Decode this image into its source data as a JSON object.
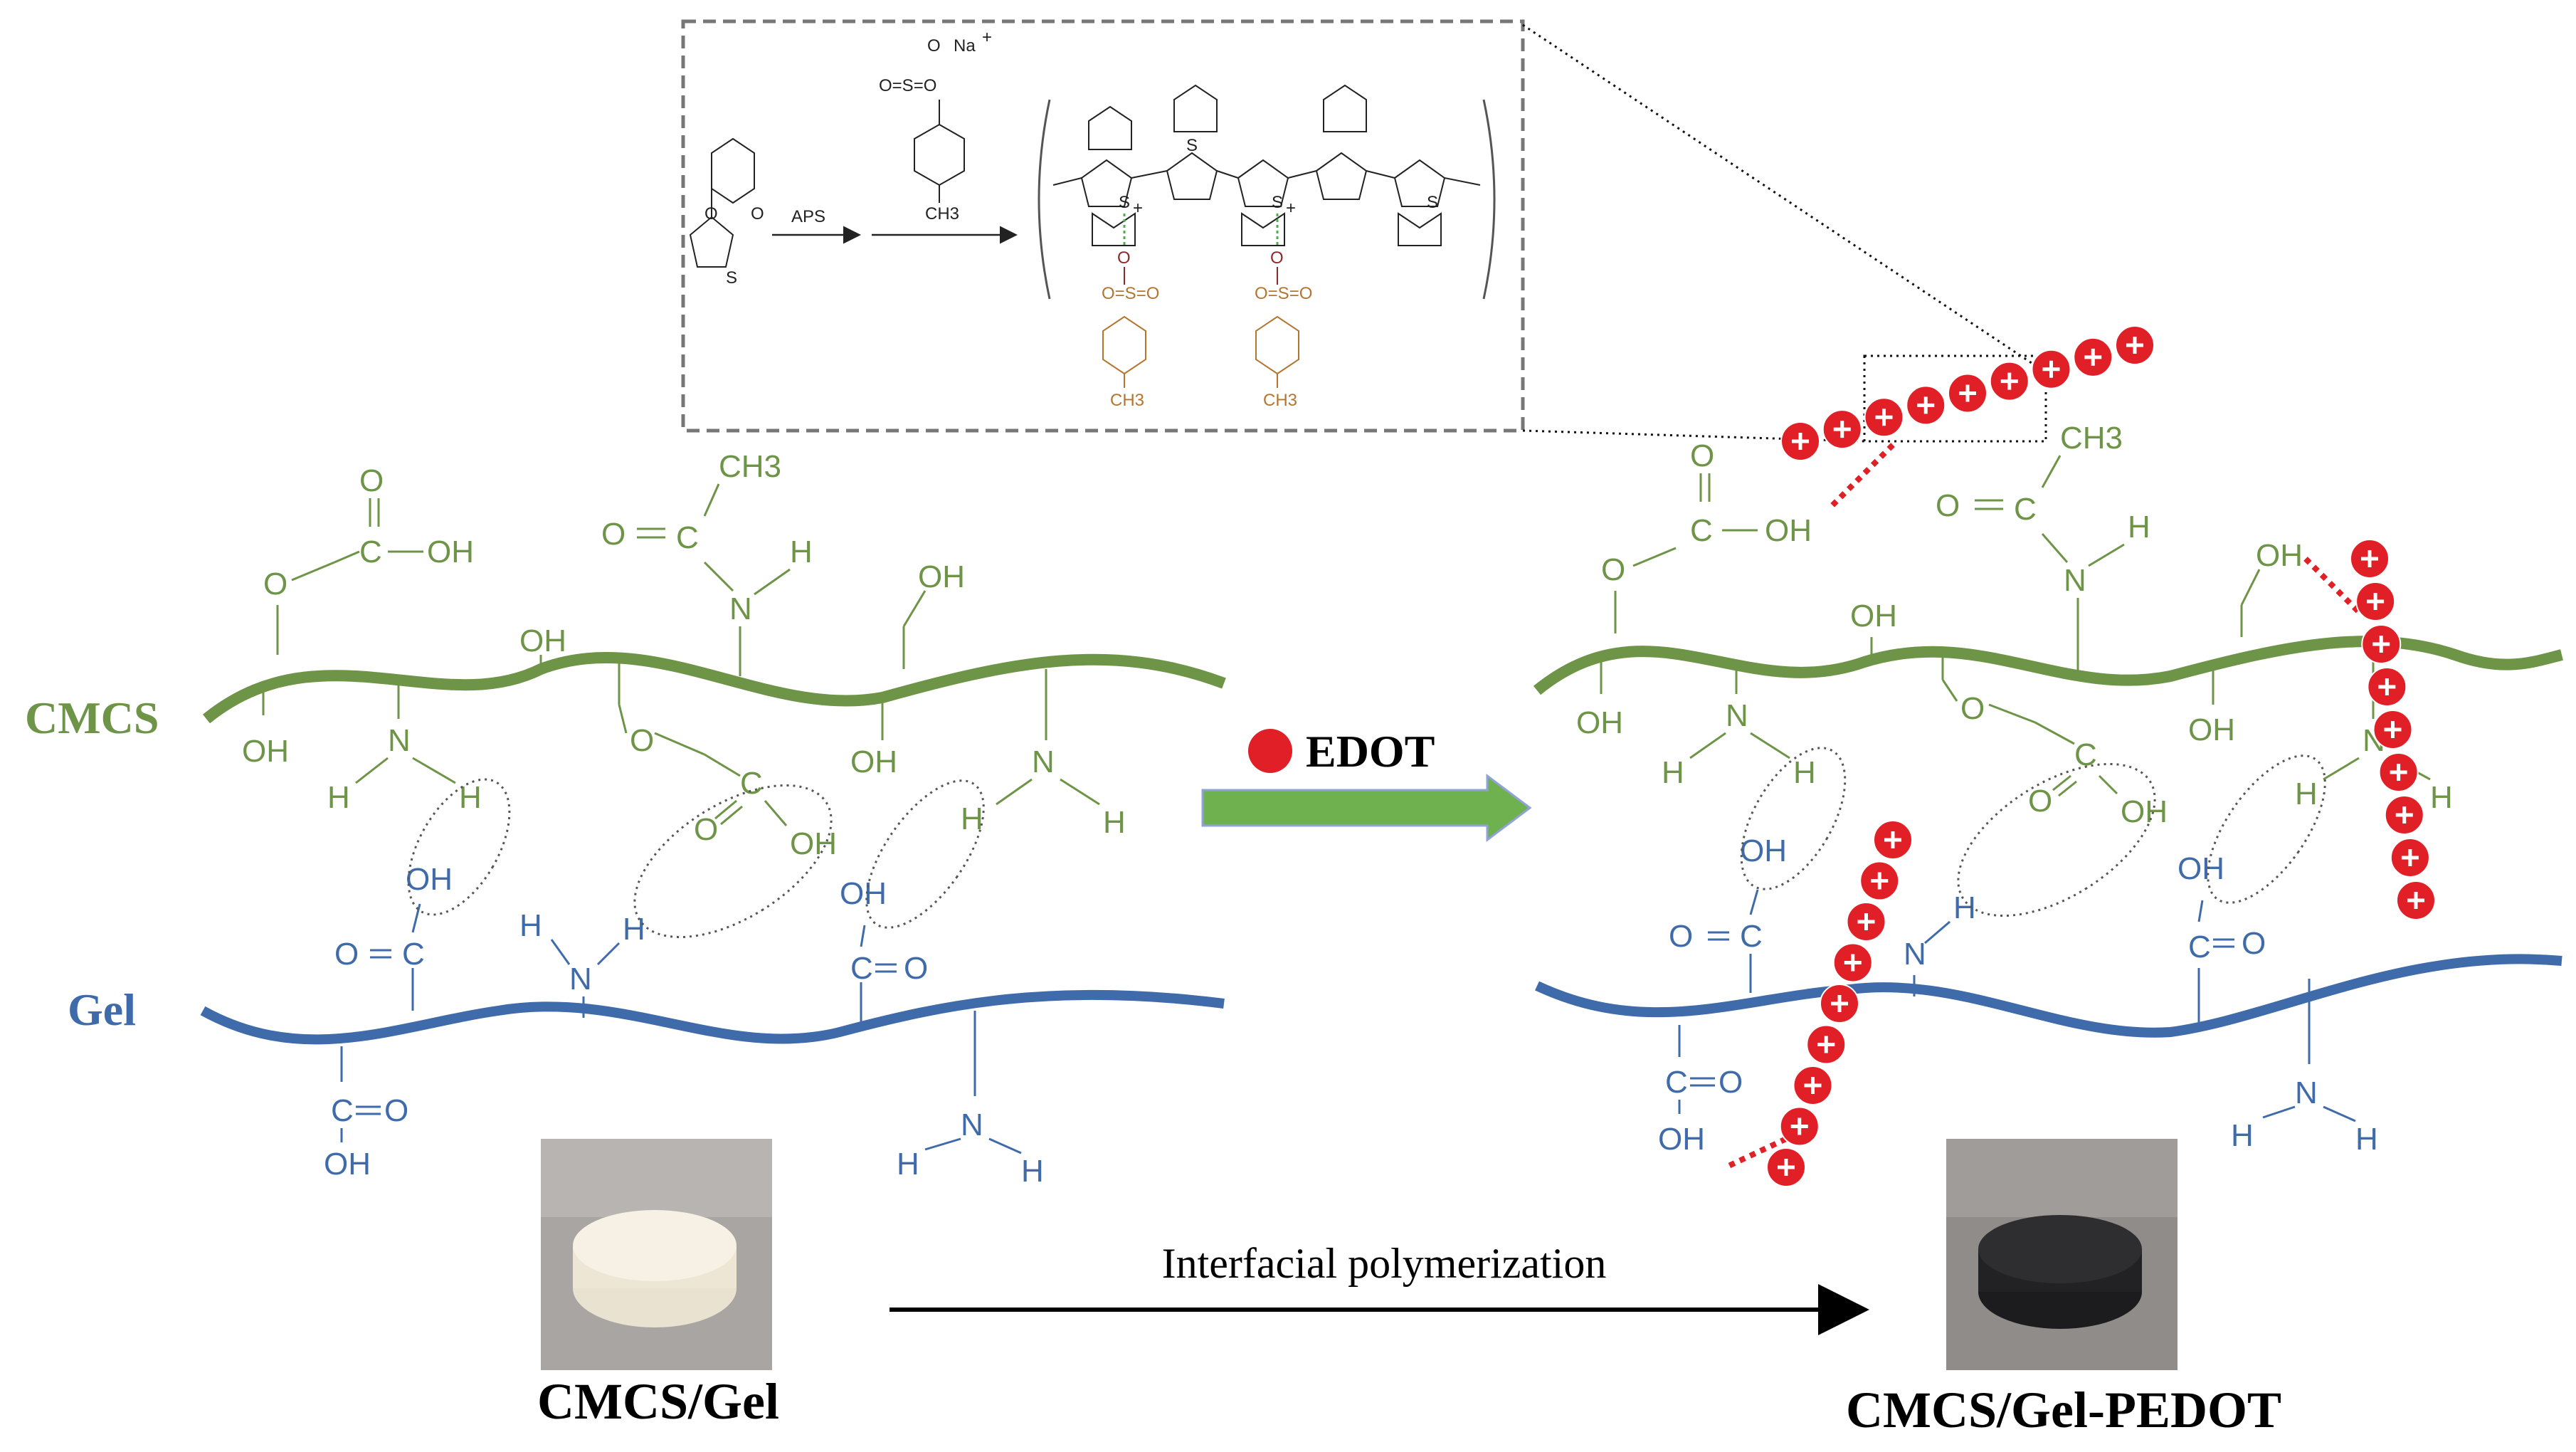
{
  "labels": {
    "cmcs": "CMCS",
    "gel": "Gel",
    "edot": "EDOT",
    "process": "Interfacial polymerization",
    "sample_left": "CMCS/Gel",
    "sample_right": "CMCS/Gel-PEDOT"
  },
  "inset": {
    "reagent": "APS",
    "counter_ion": "Na",
    "counter_charge": "+",
    "methyl": "CH3",
    "sulfonate_o": "O"
  },
  "groups": {
    "oh": "OH",
    "ch3": "CH3",
    "n": "N",
    "h": "H",
    "o": "O",
    "c": "C"
  },
  "colors": {
    "cmcs_chain": "#6e9447",
    "gel_chain": "#3f6bab",
    "edot_bead": "#e01f26",
    "arrow_green": "#6fb04f",
    "inset_border": "#777777",
    "sulfonate_brown": "#b5752f"
  }
}
